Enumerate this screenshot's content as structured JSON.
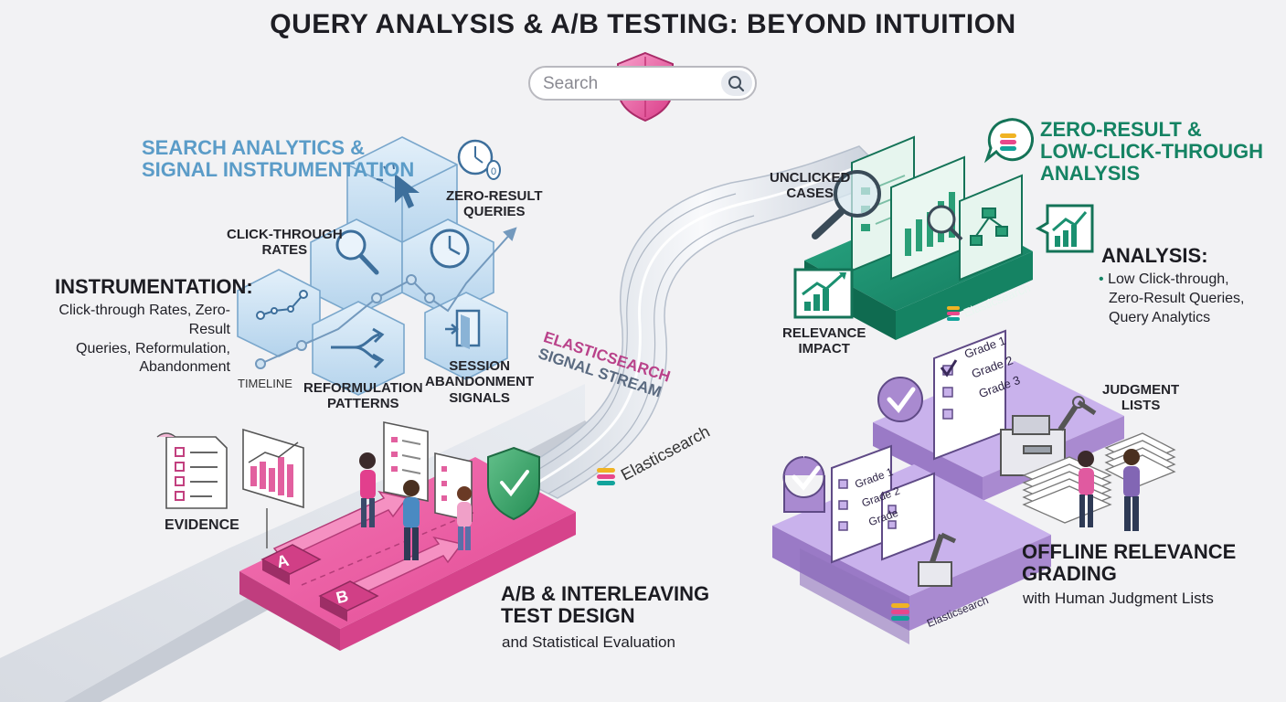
{
  "title": "QUERY ANALYSIS & A/B TESTING: BEYOND INTUITION",
  "search": {
    "placeholder": "Search"
  },
  "colors": {
    "pink": "#e8519a",
    "teal": "#1a9070",
    "purple": "#a98ad0",
    "blue": "#6aa5cf"
  },
  "instrumentation_section": {
    "heading_line1": "SEARCH ANALYTICS &",
    "heading_line2": "SIGNAL INSTRUMENTATION",
    "label_zero_result_line1": "ZERO-RESULT",
    "label_zero_result_line2": "QUERIES",
    "label_ctr_line1": "CLICK-THROUGH",
    "label_ctr_line2": "RATES",
    "label_timeline": "TIMELINE",
    "label_reformulation_line1": "REFORMULATION",
    "label_reformulation_line2": "PATTERNS",
    "label_session_line1": "SESSION",
    "label_session_line2": "ABANDONMENT",
    "label_session_line3": "SIGNALS",
    "summary_heading": "INSTRUMENTATION:",
    "summary_line1": "Click-through Rates, Zero-Result",
    "summary_line2": "Queries, Reformulation,",
    "summary_line3": "Abandonment"
  },
  "stream": {
    "label_line1": "ELASTICSEARCH",
    "label_line2": "SIGNAL STREAM",
    "brand": "Elasticsearch"
  },
  "analysis_section": {
    "heading_line1": "ZERO-RESULT &",
    "heading_line2": "LOW-CLICK-THROUGH",
    "heading_line3": "ANALYSIS",
    "label_unclicked_line1": "UNCLICKED",
    "label_unclicked_line2": "CASES",
    "label_relevance_line1": "RELEVANCE",
    "label_relevance_line2": "IMPACT",
    "platform_brand": "Elasticsearch",
    "summary_heading": "ANALYSIS:",
    "bullet": "•",
    "summary_line1": "Low Click-through,",
    "summary_line2": "Zero-Result Queries,",
    "summary_line3": "Query Analytics"
  },
  "ab_section": {
    "label_evidence": "EVIDENCE",
    "variant_a": "A",
    "variant_b": "B",
    "heading_line1": "A/B & INTERLEAVING",
    "heading_line2": "TEST DESIGN",
    "subtitle": "and Statistical Evaluation"
  },
  "grading_section": {
    "grades": [
      "Grade 1",
      "Grade 2",
      "Grade 3"
    ],
    "grades_lower": [
      "Grade 1",
      "Grade 2",
      "Grade"
    ],
    "label_judgment_line1": "JUDGMENT",
    "label_judgment_line2": "LISTS",
    "platform_brand": "Elasticsearch",
    "heading_line1": "OFFLINE RELEVANCE",
    "heading_line2": "GRADING",
    "subtitle": "with Human Judgment Lists"
  }
}
